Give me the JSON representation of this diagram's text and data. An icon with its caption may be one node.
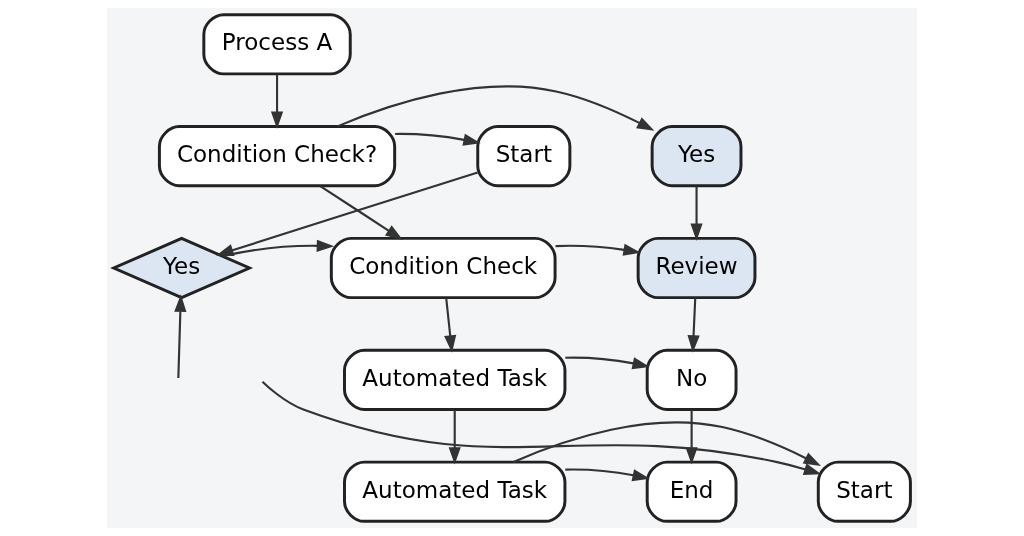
{
  "diagram": {
    "nodes": [
      {
        "text": [
          "Process A"
        ]
      },
      {
        "text": [
          "Start"
        ]
      },
      {
        "text": [
          "Condition Check?"
        ]
      },
      {
        "text": [
          "Yes"
        ]
      },
      {
        "text": [
          "Yes"
        ]
      },
      {
        "text": [
          "Condition Check"
        ]
      },
      {
        "text": [
          "Review"
        ]
      },
      {
        "text": [
          "Automated Task"
        ]
      },
      {
        "text": [
          "No"
        ]
      },
      {
        "text": [
          "Start"
        ]
      },
      {
        "text": [
          "Automated Task"
        ]
      },
      {
        "text": [
          "End"
        ]
      }
    ],
    "edges": [
      {
        "from": 0,
        "to": 2,
        "arrow": "to"
      },
      {
        "from": 2,
        "to": 1,
        "arrow": "to"
      },
      {
        "from": 2,
        "to": 3,
        "arrow": "to"
      },
      {
        "from": 1,
        "to": 4,
        "arrow": "to"
      },
      {
        "from": 2,
        "to": 5,
        "arrow": "to"
      },
      {
        "from": 3,
        "to": 6,
        "arrow": "to"
      },
      {
        "from": 4,
        "to": 5,
        "arrow": "to"
      },
      {
        "from": 5,
        "to": 6,
        "arrow": "to"
      },
      {
        "from": null,
        "to": 4,
        "arrow": "to"
      },
      {
        "from": 5,
        "to": 7,
        "arrow": "to"
      },
      {
        "from": 6,
        "to": 8,
        "arrow": "to"
      },
      {
        "from": 7,
        "to": 8,
        "arrow": "to"
      },
      {
        "from": null,
        "to": 9,
        "arrow": "to"
      },
      {
        "from": 7,
        "to": 10,
        "arrow": "to"
      },
      {
        "from": 8,
        "to": 11,
        "arrow": "to"
      },
      {
        "from": 10,
        "to": 9,
        "arrow": "to"
      },
      {
        "from": 10,
        "to": 11,
        "arrow": "to"
      }
    ]
  }
}
